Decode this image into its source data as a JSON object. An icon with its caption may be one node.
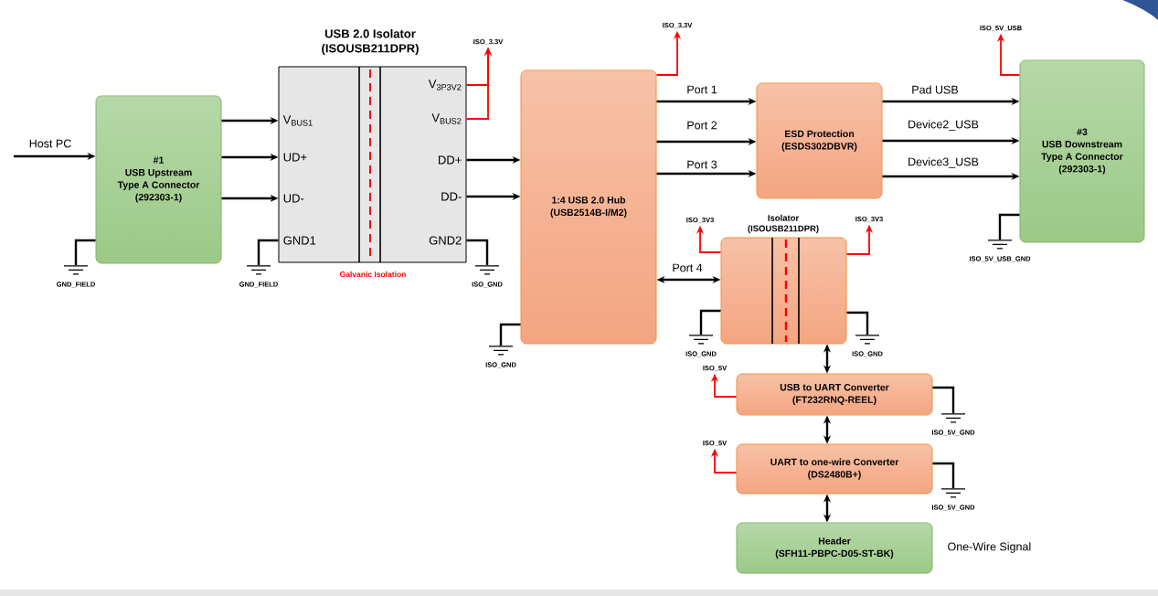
{
  "diagram": {
    "nodes": [
      {
        "text": [
          "#1",
          "USB Upstream",
          "Type A Connector",
          "(292303-1)"
        ]
      },
      {
        "text": [
          "USB 2.0 Isolator",
          "(ISOUSB211DPR)"
        ],
        "beside": [
          "Galvanic Isolation"
        ]
      },
      {
        "text": [
          "V$_{BUS1}$"
        ],
        "in": 1
      },
      {
        "text": [
          "UD+"
        ],
        "in": 1
      },
      {
        "text": [
          "UD-"
        ],
        "in": 1
      },
      {
        "text": [
          "GND1"
        ],
        "in": 1
      },
      {
        "text": [
          "V$_{3P3V2}$"
        ],
        "in": 1
      },
      {
        "text": [
          "V$_{BUS2}$"
        ],
        "in": 1
      },
      {
        "text": [
          "DD+"
        ],
        "in": 1
      },
      {
        "text": [
          "DD-"
        ],
        "in": 1
      },
      {
        "text": [
          "GND2"
        ],
        "in": 1
      },
      {
        "text": [
          "1:4 USB 2.0 Hub",
          "(USB2514B-I/M2)"
        ]
      },
      {
        "text": [
          "ESD Protection",
          "(ESDS302DBVR)"
        ]
      },
      {
        "text": [
          "#3",
          "USB Downstream",
          "Type A Connector",
          "(292303-1)"
        ]
      },
      {
        "text": [
          "Isolator",
          "(ISOUSB211DPR)"
        ]
      },
      {
        "text": [
          "USB to UART Converter",
          "(FT232RNQ-REEL)"
        ]
      },
      {
        "text": [
          "UART to one-wire Converter",
          "(DS2480B+)"
        ]
      },
      {
        "text": [
          "Header",
          "(SFH11-PBPC-D05-ST-BK)"
        ],
        "beside": [
          "One-Wire Signal"
        ]
      },
      {
        "text": [
          "GND_FIELD"
        ]
      },
      {
        "text": [
          "GND_FIELD"
        ]
      },
      {
        "text": [
          "ISO_3.3V"
        ]
      },
      {
        "text": [
          "ISO_GND"
        ]
      },
      {
        "text": [
          "ISO_GND"
        ]
      },
      {
        "text": [
          "ISO_3.3V"
        ]
      },
      {
        "text": [
          "ISO_5V_USB"
        ]
      },
      {
        "text": [
          "ISO_5V_USB_GND"
        ]
      },
      {
        "text": [
          "ISO_3V3"
        ]
      },
      {
        "text": [
          "ISO_3V3"
        ]
      },
      {
        "text": [
          "ISO_GND"
        ]
      },
      {
        "text": [
          "ISO_GND"
        ]
      },
      {
        "text": [
          "ISO_5V"
        ]
      },
      {
        "text": [
          "ISO_5V_GND"
        ]
      },
      {
        "text": [
          "ISO_5V"
        ]
      },
      {
        "text": [
          "ISO_5V_GND"
        ]
      }
    ],
    "edges": [
      {
        "from": null,
        "to": 0,
        "arrow": "to",
        "label": "Host PC"
      },
      {
        "from": 0,
        "to": 2,
        "arrow": "to"
      },
      {
        "from": 0,
        "to": 3,
        "arrow": "to"
      },
      {
        "from": 0,
        "to": 4,
        "arrow": "to"
      },
      {
        "from": 5,
        "to": 19,
        "arrow": "none"
      },
      {
        "from": 6,
        "to": 20,
        "arrow": "to",
        "color": "#ff0000"
      },
      {
        "from": 7,
        "to": 20,
        "arrow": "to",
        "color": "#ff0000"
      },
      {
        "from": 10,
        "to": 21,
        "arrow": "none"
      },
      {
        "from": 8,
        "to": 11,
        "arrow": "to"
      },
      {
        "from": 9,
        "to": 11,
        "arrow": "to"
      },
      {
        "from": 11,
        "to": 22,
        "arrow": "none"
      },
      {
        "from": 11,
        "to": 23,
        "arrow": "to",
        "color": "#ff0000"
      },
      {
        "from": 11,
        "to": 12,
        "arrow": "to",
        "label": "Port 1"
      },
      {
        "from": 11,
        "to": 12,
        "arrow": "to",
        "label": "Port 2"
      },
      {
        "from": 11,
        "to": 12,
        "arrow": "to",
        "label": "Port 3"
      },
      {
        "from": 12,
        "to": 13,
        "arrow": "to",
        "label": "Pad USB"
      },
      {
        "from": 12,
        "to": 13,
        "arrow": "to",
        "label": "Device2_USB"
      },
      {
        "from": 12,
        "to": 13,
        "arrow": "to",
        "label": "Device3_USB"
      },
      {
        "from": 13,
        "to": 24,
        "arrow": "to",
        "color": "#ff0000"
      },
      {
        "from": 13,
        "to": 25,
        "arrow": "none"
      },
      {
        "from": 11,
        "to": 14,
        "arrow": "both",
        "label": "Port 4"
      },
      {
        "from": 14,
        "to": 26,
        "arrow": "to",
        "color": "#ff0000"
      },
      {
        "from": 14,
        "to": 27,
        "arrow": "to",
        "color": "#ff0000"
      },
      {
        "from": 14,
        "to": 28,
        "arrow": "none"
      },
      {
        "from": 14,
        "to": 29,
        "arrow": "none"
      },
      {
        "from": 14,
        "to": 15,
        "arrow": "both"
      },
      {
        "from": 15,
        "to": 16,
        "arrow": "both"
      },
      {
        "from": 16,
        "to": 17,
        "arrow": "both"
      },
      {
        "from": 15,
        "to": 30,
        "arrow": "to",
        "color": "#ff0000"
      },
      {
        "from": 15,
        "to": 31,
        "arrow": "none"
      },
      {
        "from": 16,
        "to": 32,
        "arrow": "to",
        "color": "#ff0000"
      },
      {
        "from": 16,
        "to": 33,
        "arrow": "none"
      },
      {
        "from": 0,
        "to": 18,
        "arrow": "none"
      }
    ]
  }
}
